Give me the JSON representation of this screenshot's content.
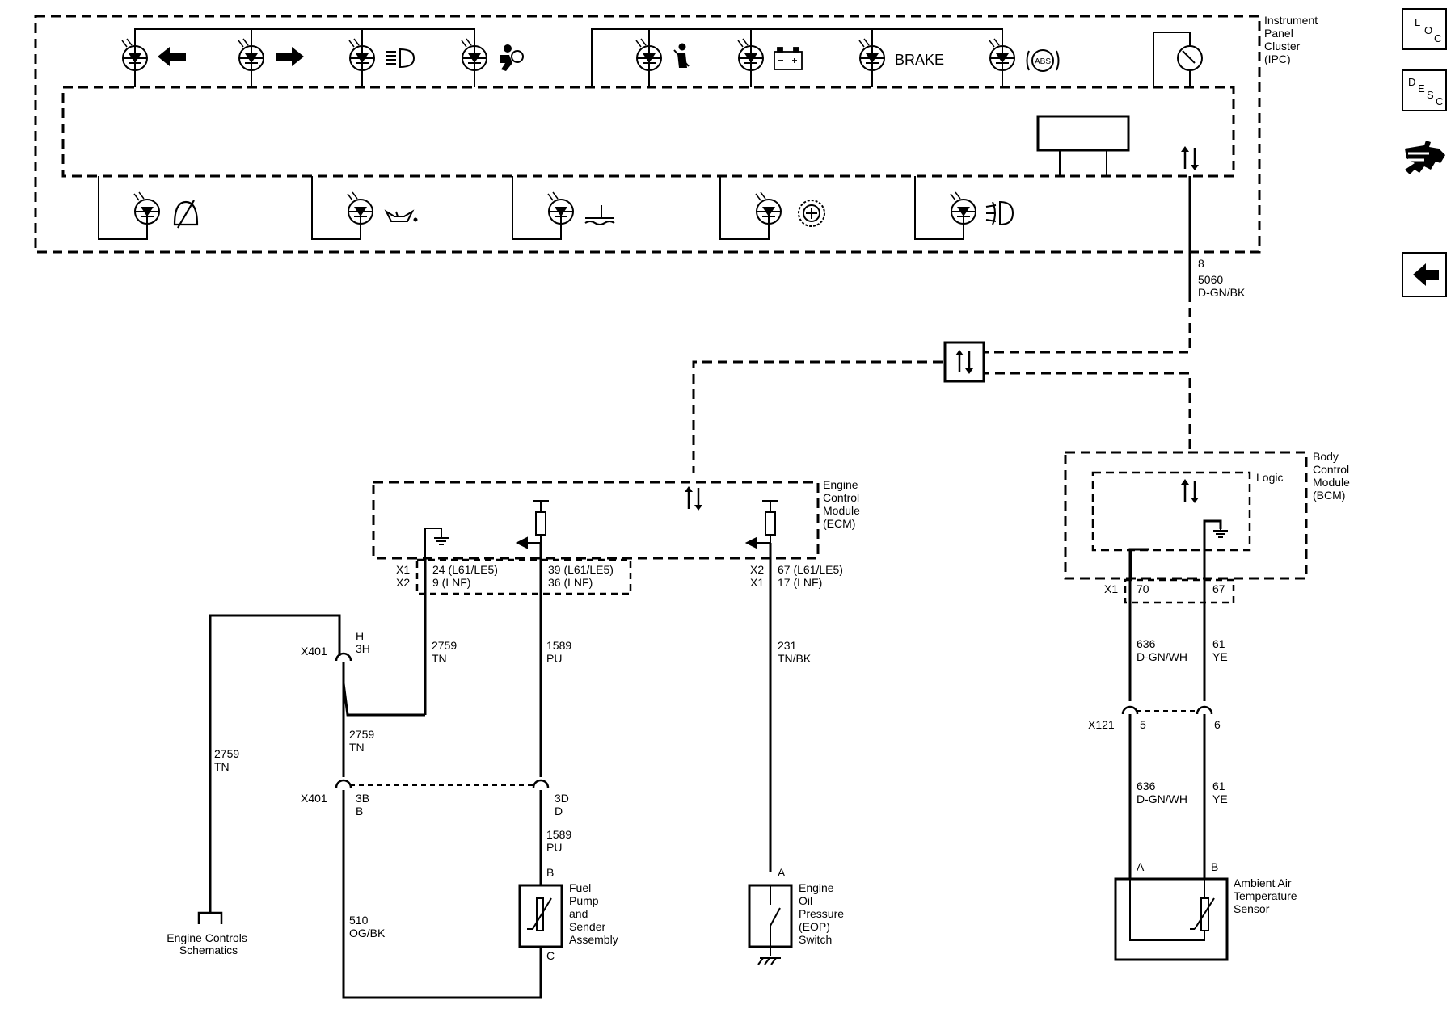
{
  "labels": {
    "ipc": [
      "Instrument",
      "Panel",
      "Cluster",
      "(IPC)"
    ],
    "brake": "BRAKE",
    "abs": "ABS",
    "ecm": [
      "Engine",
      "Control",
      "Module",
      "(ECM)"
    ],
    "bcm": [
      "Body",
      "Control",
      "Module",
      "(BCM)"
    ],
    "logic": "Logic",
    "serial_pin": "8",
    "serial_circuit": "5060",
    "serial_color": "D-GN/BK",
    "ecm_x1_left": "X1",
    "ecm_x2_left": "X2",
    "ecm_pin_a1": "24 (L61/LE5)",
    "ecm_pin_a2": "9 (LNF)",
    "ecm_pin_b1": "39 (L61/LE5)",
    "ecm_pin_b2": "36 (LNF)",
    "ecm_x2_right": "X2",
    "ecm_x1_right": "X1",
    "ecm_pin_c1": "67 (L61/LE5)",
    "ecm_pin_c2": "17 (LNF)",
    "x401": "X401",
    "x401_pin_h": "H",
    "x401_pin_3h": "3H",
    "wire_2759": "2759",
    "wire_tn": "TN",
    "wire_1589": "1589",
    "wire_pu": "PU",
    "wire_231": "231",
    "wire_tnbk": "TN/BK",
    "wire_510": "510",
    "wire_ogbk": "OG/BK",
    "x401_pin_3b": "3B",
    "x401_pin_b": "B",
    "x401_pin_3d": "3D",
    "x401_pin_d": "D",
    "pin_B": "B",
    "pin_C": "C",
    "pin_A": "A",
    "fuel_pump": [
      "Fuel",
      "Pump",
      "and",
      "Sender",
      "Assembly"
    ],
    "eop": [
      "Engine",
      "Oil",
      "Pressure",
      "(EOP)",
      "Switch"
    ],
    "engine_controls": [
      "Engine Controls",
      "Schematics"
    ],
    "bcm_x1": "X1",
    "bcm_pin_70": "70",
    "bcm_pin_67": "67",
    "wire_636": "636",
    "wire_dgnwh": "D-GN/WH",
    "wire_61": "61",
    "wire_ye": "YE",
    "x121": "X121",
    "x121_pin_5": "5",
    "x121_pin_6": "6",
    "sensor_pin_a": "A",
    "sensor_pin_b": "B",
    "sensor": [
      "Ambient Air",
      "Temperature",
      "Sensor"
    ]
  },
  "nav": {
    "loc": [
      "L",
      "O",
      "C"
    ],
    "desc": [
      "D",
      "E",
      "S",
      "C"
    ]
  }
}
